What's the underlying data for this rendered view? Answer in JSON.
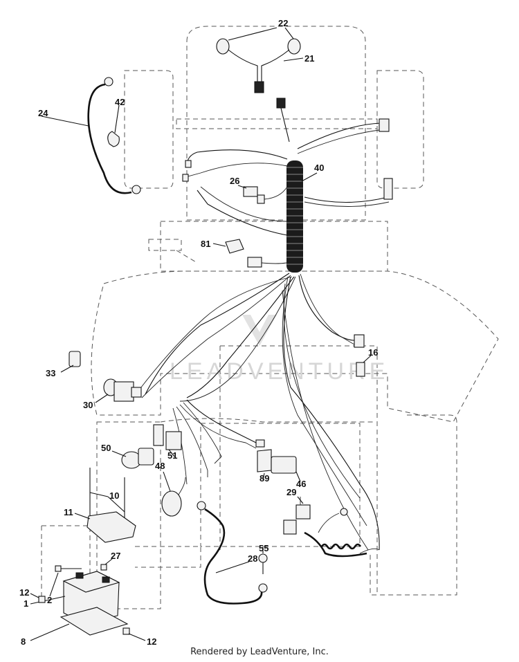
{
  "watermark": "LEADVENTURE",
  "footer": "Rendered by LeadVenture, Inc.",
  "callouts": [
    {
      "id": "22",
      "label": "22"
    },
    {
      "id": "21",
      "label": "21"
    },
    {
      "id": "24",
      "label": "24"
    },
    {
      "id": "42",
      "label": "42"
    },
    {
      "id": "40",
      "label": "40"
    },
    {
      "id": "26",
      "label": "26"
    },
    {
      "id": "81",
      "label": "81"
    },
    {
      "id": "16",
      "label": "16"
    },
    {
      "id": "33",
      "label": "33"
    },
    {
      "id": "30",
      "label": "30"
    },
    {
      "id": "50",
      "label": "50"
    },
    {
      "id": "51",
      "label": "51"
    },
    {
      "id": "48",
      "label": "48"
    },
    {
      "id": "10",
      "label": "10"
    },
    {
      "id": "11",
      "label": "11"
    },
    {
      "id": "89",
      "label": "89"
    },
    {
      "id": "46",
      "label": "46"
    },
    {
      "id": "29",
      "label": "29"
    },
    {
      "id": "27",
      "label": "27"
    },
    {
      "id": "55",
      "label": "55"
    },
    {
      "id": "28",
      "label": "28"
    },
    {
      "id": "12a",
      "label": "12"
    },
    {
      "id": "2",
      "label": "2"
    },
    {
      "id": "1",
      "label": "1"
    },
    {
      "id": "8",
      "label": "8"
    },
    {
      "id": "12b",
      "label": "12"
    }
  ]
}
